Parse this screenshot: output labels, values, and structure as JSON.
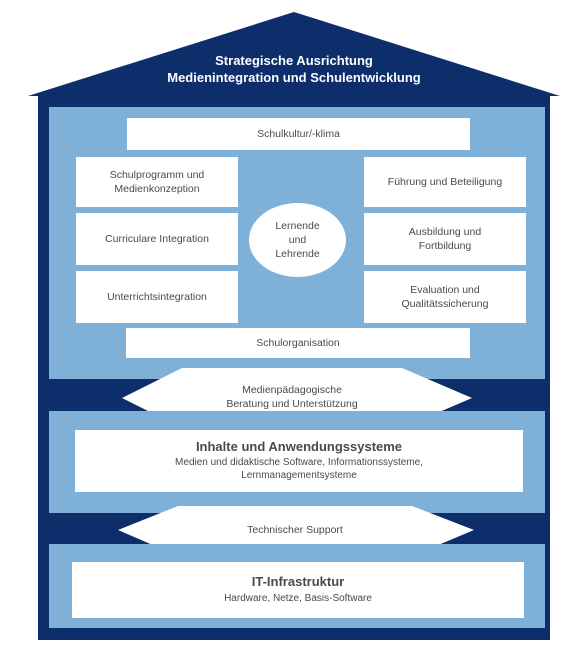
{
  "roof": {
    "title": "Strategische Ausrichtung\nMedienintegration und Schulentwicklung"
  },
  "school_dev": {
    "top": "Schulkultur/-klima",
    "left": [
      "Schulprogramm und\nMedienkonzeption",
      "Curriculare Integration",
      "Unterrichtsintegration"
    ],
    "center": "Lernende\nund\nLehrende",
    "right": [
      "Führung und Beteiligung",
      "Ausbildung und\nFortbildung",
      "Evaluation und\nQualitätssicherung"
    ],
    "bottom": "Schulorganisation"
  },
  "connector_1": "Medienpädagogische\nBeratung und Unterstützung",
  "content_systems": {
    "title": "Inhalte und Anwendungssysteme",
    "subtitle": "Medien und didaktische Software, Informationssysteme,\nLernmanagementsysteme"
  },
  "connector_2": "Technischer Support",
  "infrastructure": {
    "title": "IT-Infrastruktur",
    "subtitle": "Hardware, Netze, Basis-Software"
  },
  "colors": {
    "dark_blue": "#0d2d6b",
    "light_blue": "#7fb0d8",
    "white": "#ffffff",
    "text": "#4a4a4a"
  }
}
